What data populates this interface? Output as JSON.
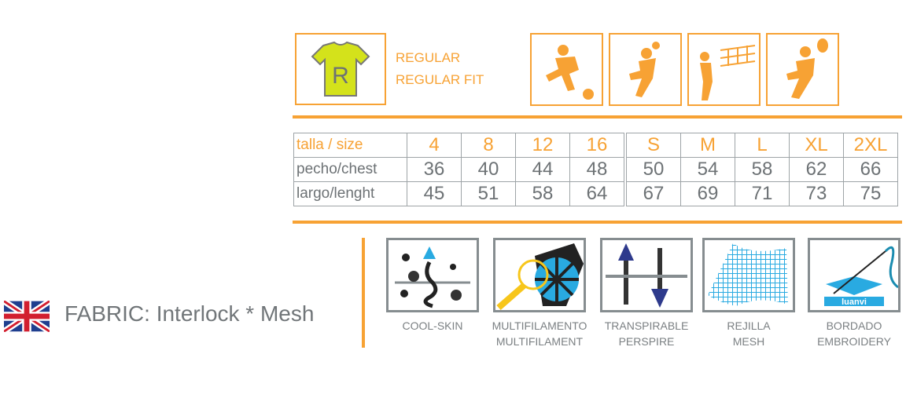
{
  "fit": {
    "badge_letter": "R",
    "line1": "REGULAR",
    "line2": "REGULAR FIT"
  },
  "sports": [
    "football-icon",
    "handball-icon",
    "volleyball-icon",
    "paddle-icon"
  ],
  "size_table": {
    "header_label": "talla / size",
    "sizes": [
      "4",
      "8",
      "12",
      "16",
      "S",
      "M",
      "L",
      "XL",
      "2XL"
    ],
    "rows": [
      {
        "label": "pecho/chest",
        "values": [
          "36",
          "40",
          "44",
          "48",
          "50",
          "54",
          "58",
          "62",
          "66"
        ]
      },
      {
        "label": "largo/lenght",
        "values": [
          "45",
          "51",
          "58",
          "64",
          "67",
          "69",
          "71",
          "73",
          "75"
        ]
      }
    ]
  },
  "fabric": {
    "text": "FABRIC:  Interlock * Mesh"
  },
  "features": [
    {
      "line1": "COOL-SKIN",
      "line2": ""
    },
    {
      "line1": "MULTIFILAMENTO",
      "line2": "MULTIFILAMENT"
    },
    {
      "line1": "TRANSPIRABLE",
      "line2": "PERSPIRE"
    },
    {
      "line1": "REJILLA",
      "line2": "MESH"
    },
    {
      "line1": "BORDADO",
      "line2": "EMBROIDERY",
      "logo": "luanvi"
    }
  ],
  "colors": {
    "orange": "#f7a234",
    "gray": "#6d7275",
    "blue": "#29aae1",
    "navy": "#2e3a8c",
    "lime": "#d4e21b"
  }
}
